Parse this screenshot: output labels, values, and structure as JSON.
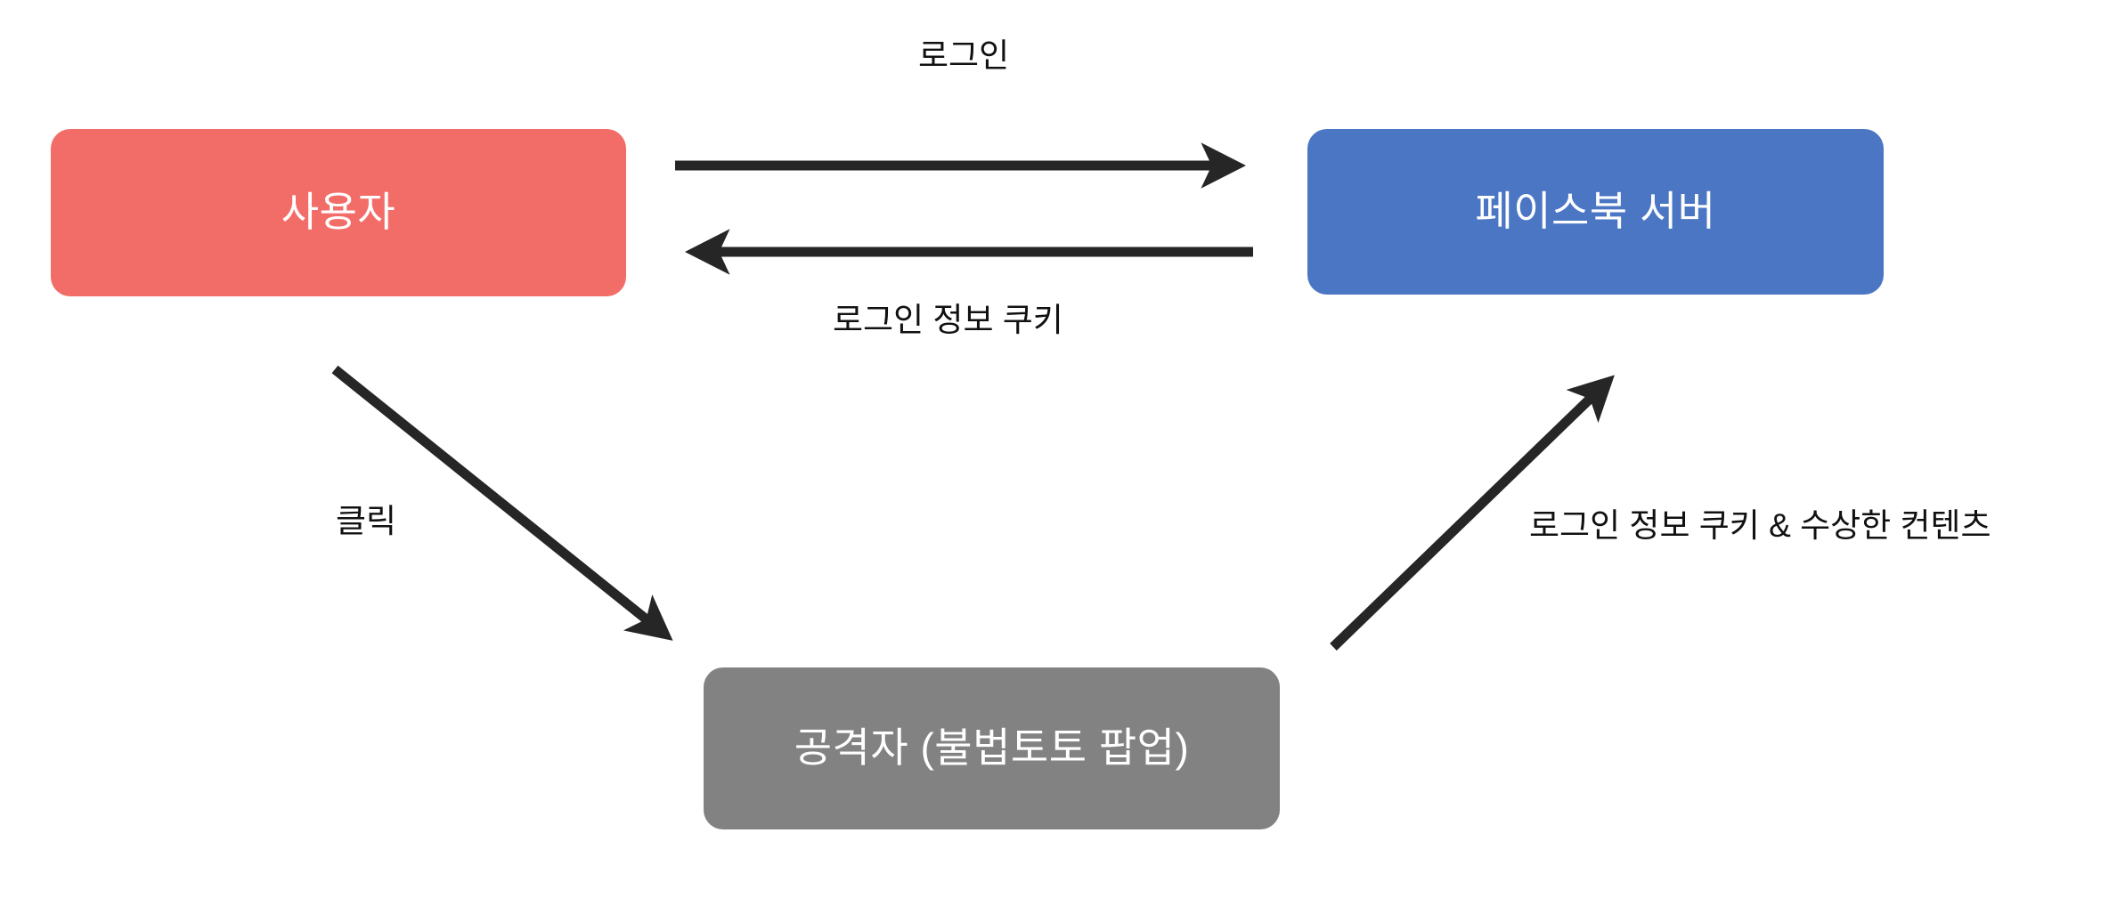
{
  "diagram": {
    "title": "Facebook cookie hijacking attack flow",
    "background_color": "#FFFFFF",
    "nodes": [
      {
        "id": "user",
        "label": "사용자",
        "color": "#F26D68",
        "text_color": "#FFFFFF"
      },
      {
        "id": "facebook-server",
        "label": "페이스북 서버",
        "color": "#4A76C4",
        "text_color": "#FFFFFF"
      },
      {
        "id": "attacker",
        "label": "공격자 (불법토토 팝업)",
        "color": "#828282",
        "text_color": "#FFFFFF"
      }
    ],
    "edges": [
      {
        "id": "login",
        "label": "로그인",
        "from": "user",
        "to": "facebook-server",
        "direction": "right",
        "color": "#262626"
      },
      {
        "id": "login-cookie",
        "label": "로그인 정보 쿠키",
        "from": "facebook-server",
        "to": "user",
        "direction": "left",
        "color": "#262626"
      },
      {
        "id": "click",
        "label": "클릭",
        "from": "user",
        "to": "attacker",
        "direction": "down-right",
        "color": "#262626"
      },
      {
        "id": "cookie-and-content",
        "label": "로그인 정보 쿠키 & 수상한 컨텐츠",
        "from": "attacker",
        "to": "facebook-server",
        "direction": "up-right",
        "color": "#262626"
      }
    ]
  }
}
